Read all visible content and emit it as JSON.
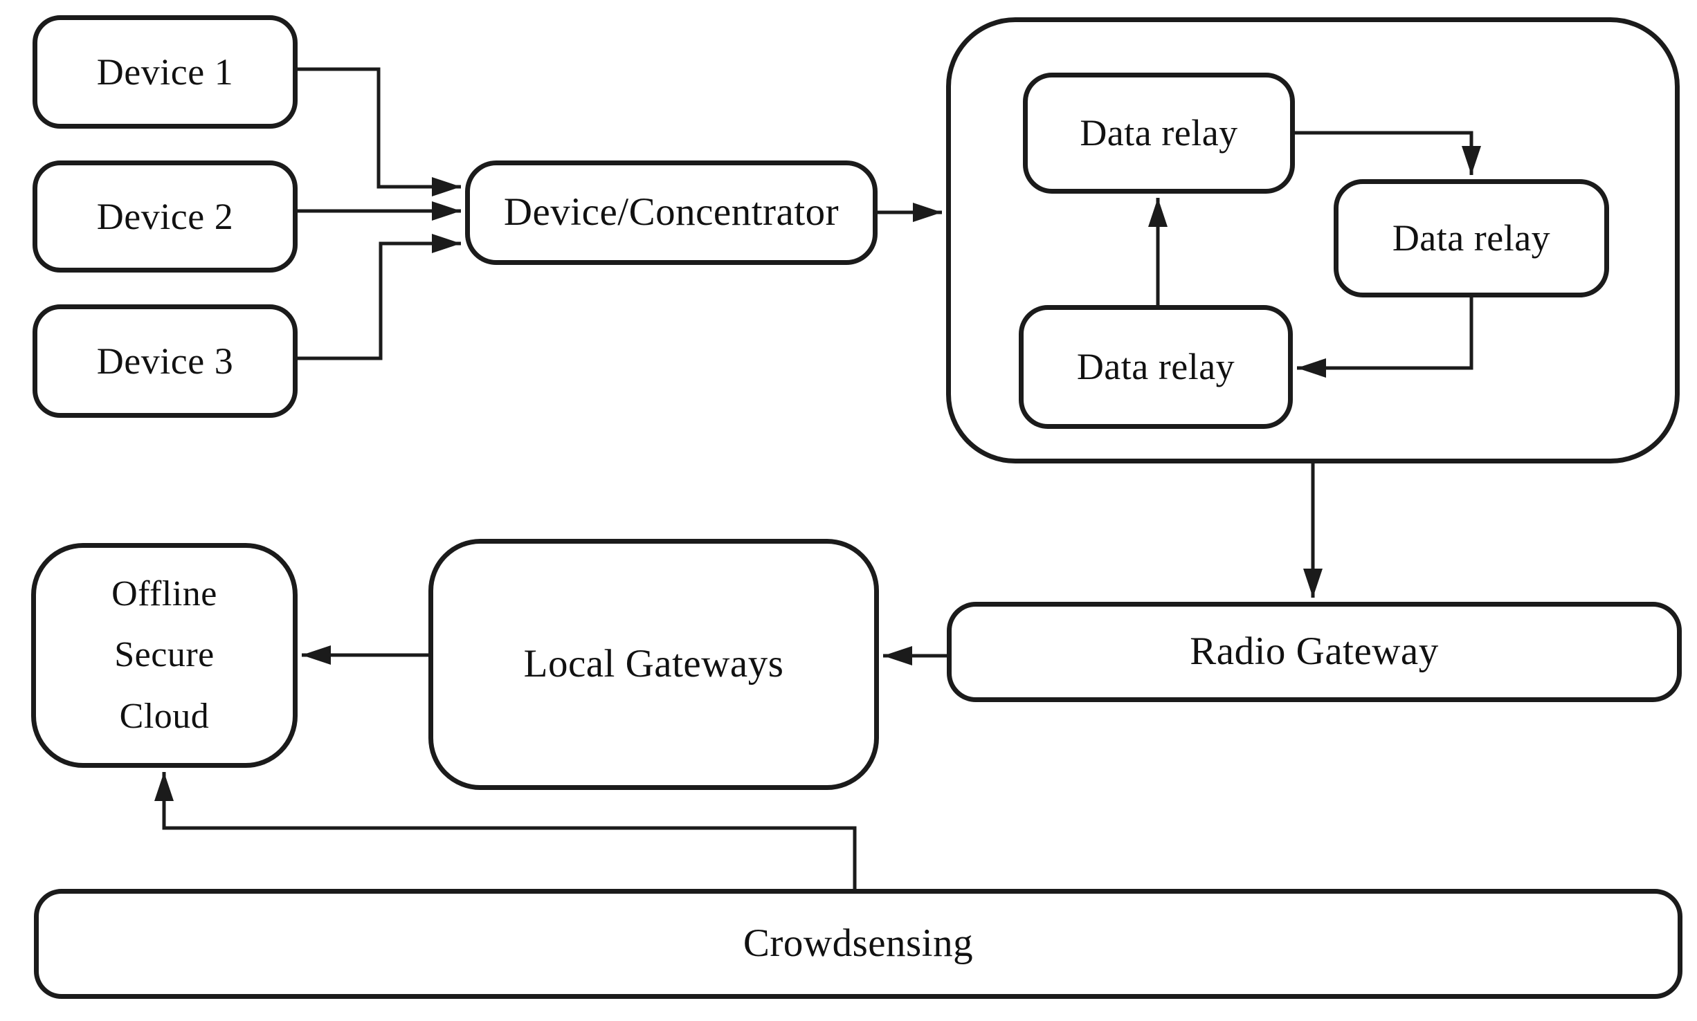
{
  "figure": {
    "type": "architecture-diagram",
    "background_color": "#ffffff",
    "line_color": "#1b1b1b",
    "text_color": "#111111"
  },
  "nodes": {
    "device1": {
      "label": "Device 1"
    },
    "device2": {
      "label": "Device 2"
    },
    "device3": {
      "label": "Device 3"
    },
    "concentrator": {
      "label": "Device/Concentrator"
    },
    "relay_top": {
      "label": "Data relay"
    },
    "relay_right": {
      "label": "Data relay"
    },
    "relay_bottom": {
      "label": "Data relay"
    },
    "radio_gateway": {
      "label": "Radio Gateway"
    },
    "local_gateways": {
      "label": "Local Gateways"
    },
    "offline_cloud": {
      "lines": [
        "Offline",
        "Secure",
        "Cloud"
      ]
    },
    "crowdsensing": {
      "label": "Crowdsensing"
    }
  },
  "edges": [
    {
      "from": "device1",
      "to": "concentrator"
    },
    {
      "from": "device2",
      "to": "concentrator"
    },
    {
      "from": "device3",
      "to": "concentrator"
    },
    {
      "from": "concentrator",
      "to": "relay_cluster"
    },
    {
      "from": "relay_top",
      "to": "relay_right"
    },
    {
      "from": "relay_right",
      "to": "relay_bottom"
    },
    {
      "from": "relay_bottom",
      "to": "relay_top"
    },
    {
      "from": "relay_cluster",
      "to": "radio_gateway"
    },
    {
      "from": "radio_gateway",
      "to": "local_gateways"
    },
    {
      "from": "local_gateways",
      "to": "offline_cloud"
    },
    {
      "from": "crowdsensing",
      "to": "offline_cloud"
    }
  ]
}
